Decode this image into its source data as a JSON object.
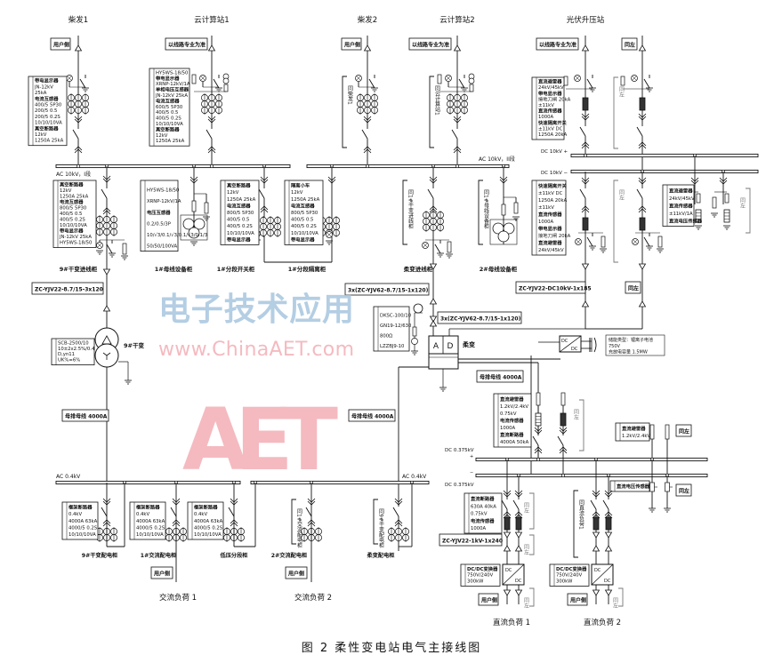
{
  "stations": [
    "柴发1",
    "云计算站1",
    "柴发2",
    "云计算站2",
    "光伏升压站"
  ],
  "tags": {
    "user_side": "用户侧",
    "per_line": "以线路专业为准",
    "same_left": "同左"
  },
  "same": {
    "chai2": "同柴发1",
    "cloud2": "同云计算站1",
    "flex_in": "同1#干变进线柜",
    "bus2": "同1#母线设备柜",
    "ac2": "同1#交流配电柜",
    "flex_ac": "同9#干变配电柜",
    "dc2": "同直流负荷1"
  },
  "buses": {
    "ac10_1": "AC 10kV，I段",
    "ac10_2": "AC 10kV，II段",
    "dc10_pos": "DC 10kV +",
    "dc10_neg": "DC 10kV −",
    "ac04_left": "AC  0.4kV",
    "ac04_right": "AC  0.4kV",
    "dc0375_pos": "DC 0.375kV",
    "dc0375_neg": "DC 0.375kV",
    "plus": "+",
    "minus": "−"
  },
  "specs": {
    "chai1": [
      "带电显示器",
      "JN-12kV",
      "25kA",
      "电流互感器",
      "400/5 5P30",
      "200/5 0.5",
      "200/5 0.2S",
      "10/10/10VA",
      "真空断路器",
      "12kV",
      "1250A 25kA"
    ],
    "cloud1": [
      "HY5WS-18/50",
      "带电显示器",
      "XRNP-12kV/1A",
      "单相电压互感器",
      "JN-12kV 25kA",
      "电流互感器",
      "600/5 5P30",
      "400/5 0.5",
      "400/5 0.2S",
      "10/10/10VA",
      "真空断路器",
      "12kV",
      "1250A 25kA"
    ],
    "pv": [
      "直流避雷器",
      "24kV/45kV",
      "带电显示器",
      "接地刀闸 20kA",
      "±11kV",
      "直流传感器",
      "1000A",
      "快速隔离开关",
      "±11kV DC",
      "1250A 20kA"
    ],
    "f9": [
      "真空断路器",
      "12kV",
      "1250A 25kA",
      "电流互感器",
      "800/5 5P30",
      "400/5 0.5",
      "400/5 0.2S",
      "10/10/10VA",
      "带电显示器",
      "JN-12kV 25kA",
      "HY5WS-18/50"
    ],
    "bus1": [
      "HY5WS-18/50",
      "XRNP-12kV/1A",
      "电压互感器",
      "0.2/0.5/3P",
      "10/√3/0.1/√3/0.1/√3/0.1/3",
      "50/50/100VA"
    ],
    "sec1": [
      "真空断路器",
      "12kV",
      "1250A 25kA",
      "电流互感器",
      "800/5 5P30",
      "400/5 0.5",
      "400/5 0.2S",
      "10/10/10VA",
      "带电显示器"
    ],
    "iso1": [
      "隔离小车",
      "12kV",
      "1250A 25kA",
      "电流互感器",
      "800/5 5P30",
      "400/5 0.5",
      "400/5 0.2S",
      "10/10/10VA",
      "带电显示器"
    ],
    "pv_low": [
      "快速隔离开关",
      "±11kV DC",
      "1250A 20kA",
      "±11kV",
      "直流传感器",
      "1000A",
      "带电显示器",
      "接地刀闸 20kA",
      "直流避雷器",
      "24kV/45kV"
    ],
    "pv_right": [
      "直流避雷器",
      "24kV/45kV",
      "直流传感器",
      "±11kV/1A",
      "直流电压传感器"
    ],
    "transformer": [
      "SCB-2500/10",
      "10±2x2.5%/0.4",
      "D,yn11",
      "UK%=6%"
    ],
    "flex": [
      "DKSC-100/10",
      "GN19-12/630",
      "800Ω",
      "LZZBJ9-10"
    ],
    "dc_up": [
      "直流避雷器",
      "1.2kV/2.4kV",
      "0.75kV",
      "电流传感器",
      "1000A",
      "直流断路器",
      "4000A 50kA"
    ],
    "dc_up_right": [
      "直流避雷器",
      "1.2kV/2.4kV"
    ],
    "dc_vs": [
      "直流电压传感器"
    ],
    "ac_panel": [
      "框架断路器",
      "0.4kV",
      "4000A 63kA",
      "4000/5 0.2S",
      "10/10/10VA"
    ],
    "dc_low": [
      "直流断路器",
      "630A 40kA",
      "0.75kV",
      "电流传感器",
      "1000A"
    ],
    "dcdc": [
      "DC/DC变换器",
      "750V/240V",
      "300kW"
    ],
    "storage": [
      "储能类型：锂离子电池",
      "750V",
      "充放电容量 1.5MW"
    ]
  },
  "panels": {
    "f9": "9#干变进线柜",
    "bus1": "1#母线设备柜",
    "sec1": "1#分段开关柜",
    "iso1": "1#分段隔离柜",
    "flex_in": "柔变进线柜",
    "bus2": "2#母线设备柜",
    "ac9": "9#干变配电柜",
    "ac1": "1#交流配电柜",
    "lv_sec": "低压分段柜",
    "ac2": "2#交流配电柜",
    "flex_ac": "柔变配电柜"
  },
  "cables": {
    "c1": "ZC-YJV22-8.7/15-3x120",
    "c2": "3x(ZC-YJV62-8.7/15-1x120)",
    "c3": "3x(ZC-YJV62-8.7/15-1x120)",
    "c4": "ZC-YJV22-DC10kV-1x185",
    "c5": "ZC-YJV22-1kV-1x240"
  },
  "transformer_name": "9#干变",
  "flex": {
    "a": "A",
    "d": "D",
    "name": "柔变",
    "dc1": "DC",
    "dc2": "DC"
  },
  "busbar": "母排母线 4000A",
  "loads": [
    "交流负荷 1",
    "交流负荷 2",
    "直流负荷 1",
    "直流负荷 2"
  ],
  "caption": "图 2   柔性变电站电气主接线图",
  "watermark": {
    "logo": "AET",
    "cn": "电子技术应用",
    "url": "www.ChinaAET.com",
    "logo_color": "#f3b3ba",
    "cn_color": "#a8c6df"
  }
}
